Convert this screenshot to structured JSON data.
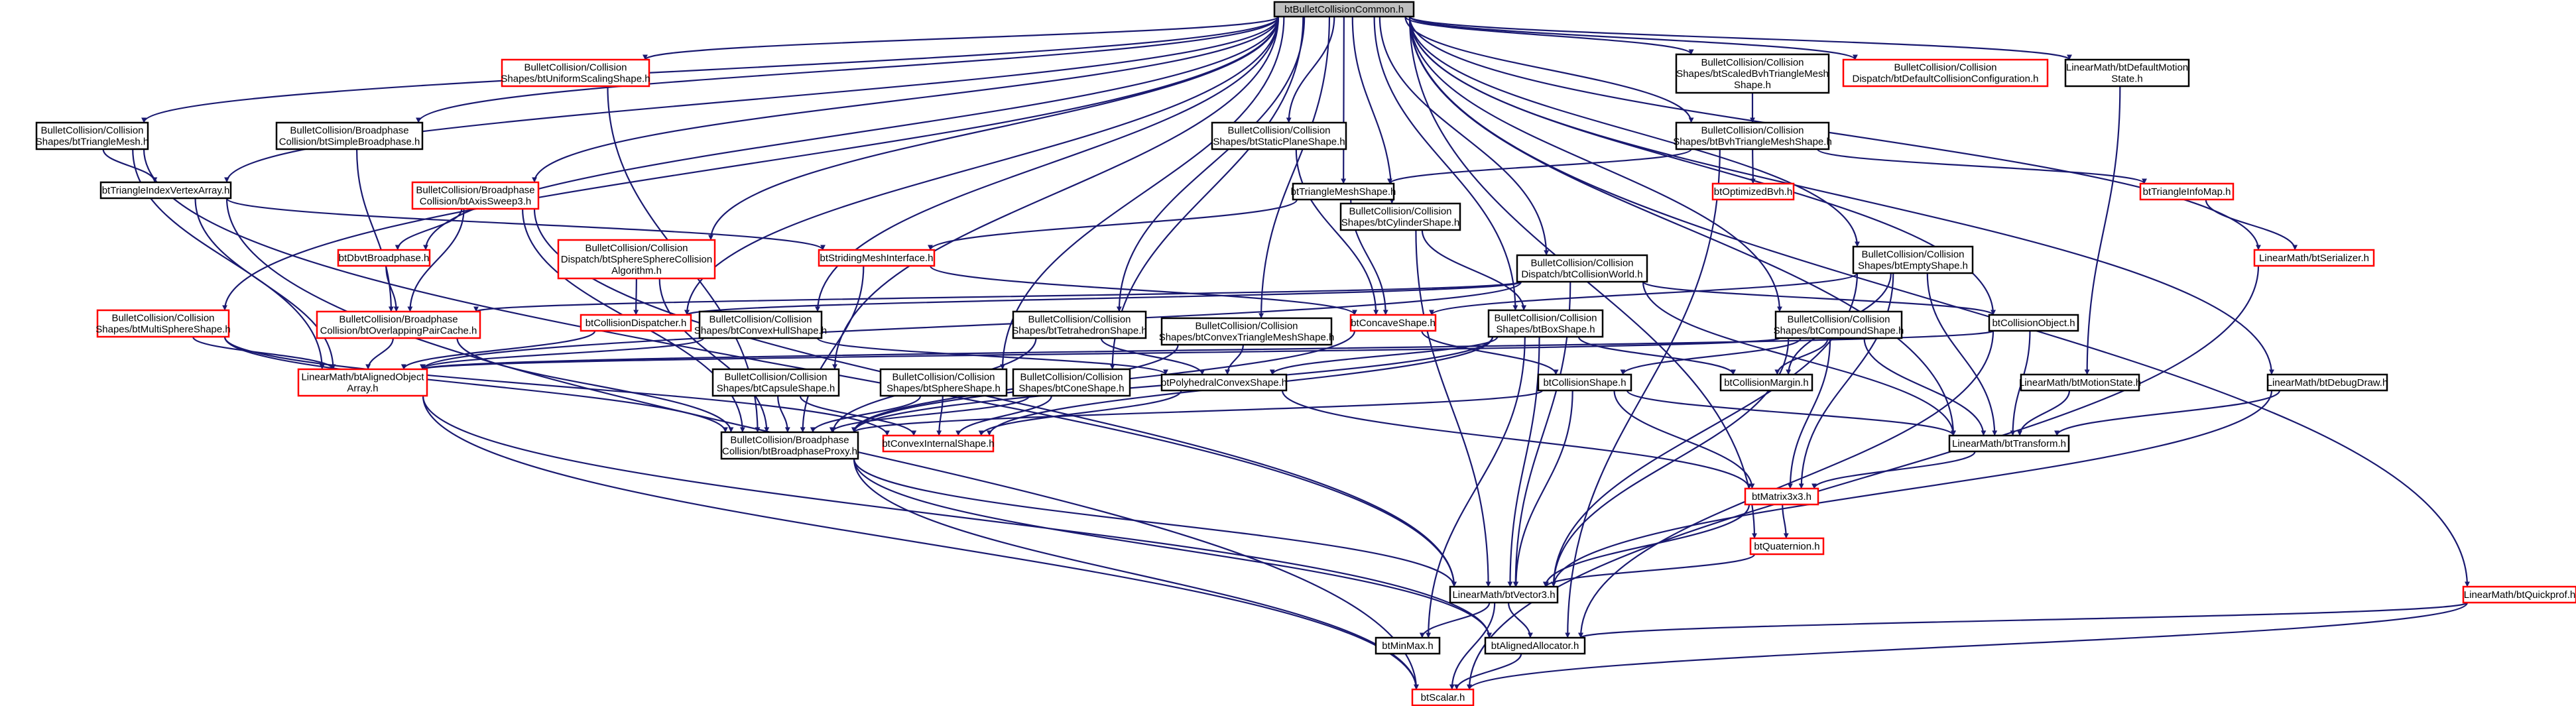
{
  "colors": {
    "normal_border": "#000000",
    "missing_border": "#ff0000",
    "root_fill": "#bfbfbf",
    "node_fill": "#ffffff",
    "edge": "#191970"
  },
  "nodes": [
    {
      "id": "root",
      "label": "btBulletCollisionCommon.h",
      "kind": "root"
    },
    {
      "id": "trimesh",
      "label": "BulletCollision/Collision\nShapes/btTriangleMesh.h",
      "kind": "normal"
    },
    {
      "id": "simplebp",
      "label": "BulletCollision/Broadphase\nCollision/btSimpleBroadphase.h",
      "kind": "normal"
    },
    {
      "id": "uniformscaling",
      "label": "BulletCollision/Collision\nShapes/btUniformScalingShape.h",
      "kind": "missing"
    },
    {
      "id": "staticplane",
      "label": "BulletCollision/Collision\nShapes/btStaticPlaneShape.h",
      "kind": "normal"
    },
    {
      "id": "scaledbvh",
      "label": "BulletCollision/Collision\nShapes/btScaledBvhTriangleMesh\nShape.h",
      "kind": "normal"
    },
    {
      "id": "defaultcollconf",
      "label": "BulletCollision/Collision\nDispatch/btDefaultCollisionConfiguration.h",
      "kind": "missing"
    },
    {
      "id": "defaultmotion",
      "label": "LinearMath/btDefaultMotion\nState.h",
      "kind": "normal"
    },
    {
      "id": "tiva",
      "label": "btTriangleIndexVertexArray.h",
      "kind": "normal"
    },
    {
      "id": "axissweep",
      "label": "BulletCollision/Broadphase\nCollision/btAxisSweep3.h",
      "kind": "missing"
    },
    {
      "id": "bvhtrimesh",
      "label": "BulletCollision/Collision\nShapes/btBvhTriangleMeshShape.h",
      "kind": "normal"
    },
    {
      "id": "trimeshshape",
      "label": "btTriangleMeshShape.h",
      "kind": "normal"
    },
    {
      "id": "optimizedbvh",
      "label": "btOptimizedBvh.h",
      "kind": "missing"
    },
    {
      "id": "triinfomap",
      "label": "btTriangleInfoMap.h",
      "kind": "missing"
    },
    {
      "id": "dbvtbp",
      "label": "btDbvtBroadphase.h",
      "kind": "missing"
    },
    {
      "id": "stridingmesh",
      "label": "btStridingMeshInterface.h",
      "kind": "missing"
    },
    {
      "id": "spheresphere",
      "label": "BulletCollision/Collision\nDispatch/btSphereSphereCollision\nAlgorithm.h",
      "kind": "missing"
    },
    {
      "id": "cylinder",
      "label": "BulletCollision/Collision\nShapes/btCylinderShape.h",
      "kind": "normal"
    },
    {
      "id": "collworld",
      "label": "BulletCollision/Collision\nDispatch/btCollisionWorld.h",
      "kind": "normal"
    },
    {
      "id": "emptyshape",
      "label": "BulletCollision/Collision\nShapes/btEmptyShape.h",
      "kind": "normal"
    },
    {
      "id": "serializer",
      "label": "LinearMath/btSerializer.h",
      "kind": "missing"
    },
    {
      "id": "multisphere",
      "label": "BulletCollision/Collision\nShapes/btMultiSphereShape.h",
      "kind": "missing"
    },
    {
      "id": "overlapping",
      "label": "BulletCollision/Broadphase\nCollision/btOverlappingPairCache.h",
      "kind": "missing"
    },
    {
      "id": "colldispatcher",
      "label": "btCollisionDispatcher.h",
      "kind": "missing"
    },
    {
      "id": "convexhull",
      "label": "BulletCollision/Collision\nShapes/btConvexHullShape.h",
      "kind": "normal"
    },
    {
      "id": "tetrahedron",
      "label": "BulletCollision/Collision\nShapes/btTetrahedronShape.h",
      "kind": "normal"
    },
    {
      "id": "convextrimesh",
      "label": "BulletCollision/Collision\nShapes/btConvexTriangleMeshShape.h",
      "kind": "normal"
    },
    {
      "id": "concave",
      "label": "btConcaveShape.h",
      "kind": "missing"
    },
    {
      "id": "boxshape",
      "label": "BulletCollision/Collision\nShapes/btBoxShape.h",
      "kind": "normal"
    },
    {
      "id": "compound",
      "label": "BulletCollision/Collision\nShapes/btCompoundShape.h",
      "kind": "normal"
    },
    {
      "id": "collobject",
      "label": "btCollisionObject.h",
      "kind": "normal"
    },
    {
      "id": "alignedobjarray",
      "label": "LinearMath/btAlignedObject\nArray.h",
      "kind": "missing"
    },
    {
      "id": "capsule",
      "label": "BulletCollision/Collision\nShapes/btCapsuleShape.h",
      "kind": "normal"
    },
    {
      "id": "sphereshape",
      "label": "BulletCollision/Collision\nShapes/btSphereShape.h",
      "kind": "normal"
    },
    {
      "id": "coneshape",
      "label": "BulletCollision/Collision\nShapes/btConeShape.h",
      "kind": "normal"
    },
    {
      "id": "polyconvex",
      "label": "btPolyhedralConvexShape.h",
      "kind": "normal"
    },
    {
      "id": "collshape",
      "label": "btCollisionShape.h",
      "kind": "normal"
    },
    {
      "id": "collmargin",
      "label": "btCollisionMargin.h",
      "kind": "normal"
    },
    {
      "id": "motionstate",
      "label": "LinearMath/btMotionState.h",
      "kind": "normal"
    },
    {
      "id": "debugdraw",
      "label": "LinearMath/btDebugDraw.h",
      "kind": "normal"
    },
    {
      "id": "bproxy",
      "label": "BulletCollision/Broadphase\nCollision/btBroadphaseProxy.h",
      "kind": "normal"
    },
    {
      "id": "convexinternal",
      "label": "btConvexInternalShape.h",
      "kind": "missing"
    },
    {
      "id": "transform",
      "label": "LinearMath/btTransform.h",
      "kind": "normal"
    },
    {
      "id": "matrix3x3",
      "label": "btMatrix3x3.h",
      "kind": "missing"
    },
    {
      "id": "quaternion",
      "label": "btQuaternion.h",
      "kind": "missing"
    },
    {
      "id": "vector3",
      "label": "LinearMath/btVector3.h",
      "kind": "normal"
    },
    {
      "id": "minmax",
      "label": "btMinMax.h",
      "kind": "normal"
    },
    {
      "id": "alignedalloc",
      "label": "btAlignedAllocator.h",
      "kind": "normal"
    },
    {
      "id": "quickprof",
      "label": "LinearMath/btQuickprof.h",
      "kind": "missing"
    },
    {
      "id": "scalar",
      "label": "btScalar.h",
      "kind": "missing"
    }
  ],
  "edges": [
    [
      "root",
      "trimesh"
    ],
    [
      "root",
      "simplebp"
    ],
    [
      "root",
      "uniformscaling"
    ],
    [
      "root",
      "staticplane"
    ],
    [
      "root",
      "scaledbvh"
    ],
    [
      "root",
      "defaultcollconf"
    ],
    [
      "root",
      "defaultmotion"
    ],
    [
      "root",
      "tiva"
    ],
    [
      "root",
      "axissweep"
    ],
    [
      "root",
      "bvhtrimesh"
    ],
    [
      "root",
      "trimeshshape"
    ],
    [
      "root",
      "dbvtbp"
    ],
    [
      "root",
      "spheresphere"
    ],
    [
      "root",
      "cylinder"
    ],
    [
      "root",
      "collworld"
    ],
    [
      "root",
      "emptyshape"
    ],
    [
      "root",
      "serializer"
    ],
    [
      "root",
      "multisphere"
    ],
    [
      "root",
      "colldispatcher"
    ],
    [
      "root",
      "convexhull"
    ],
    [
      "root",
      "tetrahedron"
    ],
    [
      "root",
      "convextrimesh"
    ],
    [
      "root",
      "boxshape"
    ],
    [
      "root",
      "compound"
    ],
    [
      "root",
      "collobject"
    ],
    [
      "root",
      "capsule"
    ],
    [
      "root",
      "sphereshape"
    ],
    [
      "root",
      "coneshape"
    ],
    [
      "root",
      "debugdraw"
    ],
    [
      "root",
      "transform"
    ],
    [
      "root",
      "quaternion"
    ],
    [
      "root",
      "quickprof"
    ],
    [
      "trimesh",
      "tiva"
    ],
    [
      "trimesh",
      "alignedobjarray"
    ],
    [
      "trimesh",
      "vector3"
    ],
    [
      "simplebp",
      "overlapping"
    ],
    [
      "uniformscaling",
      "bproxy"
    ],
    [
      "staticplane",
      "concave"
    ],
    [
      "scaledbvh",
      "bvhtrimesh"
    ],
    [
      "defaultmotion",
      "motionstate"
    ],
    [
      "tiva",
      "stridingmesh"
    ],
    [
      "tiva",
      "alignedobjarray"
    ],
    [
      "tiva",
      "scalar"
    ],
    [
      "axissweep",
      "dbvtbp"
    ],
    [
      "axissweep",
      "overlapping"
    ],
    [
      "axissweep",
      "bproxy"
    ],
    [
      "axissweep",
      "vector3"
    ],
    [
      "bvhtrimesh",
      "trimeshshape"
    ],
    [
      "bvhtrimesh",
      "optimizedbvh"
    ],
    [
      "bvhtrimesh",
      "triinfomap"
    ],
    [
      "bvhtrimesh",
      "alignedalloc"
    ],
    [
      "trimeshshape",
      "stridingmesh"
    ],
    [
      "trimeshshape",
      "concave"
    ],
    [
      "triinfomap",
      "serializer"
    ],
    [
      "dbvtbp",
      "overlapping"
    ],
    [
      "stridingmesh",
      "concave"
    ],
    [
      "stridingmesh",
      "bproxy"
    ],
    [
      "spheresphere",
      "colldispatcher"
    ],
    [
      "spheresphere",
      "bproxy"
    ],
    [
      "cylinder",
      "boxshape"
    ],
    [
      "cylinder",
      "vector3"
    ],
    [
      "collworld",
      "colldispatcher"
    ],
    [
      "collworld",
      "overlapping"
    ],
    [
      "collworld",
      "alignedobjarray"
    ],
    [
      "collworld",
      "collobject"
    ],
    [
      "collworld",
      "vector3"
    ],
    [
      "collworld",
      "transform"
    ],
    [
      "emptyshape",
      "concave"
    ],
    [
      "emptyshape",
      "collmargin"
    ],
    [
      "emptyshape",
      "transform"
    ],
    [
      "emptyshape",
      "matrix3x3"
    ],
    [
      "emptyshape",
      "vector3"
    ],
    [
      "serializer",
      "scalar"
    ],
    [
      "multisphere",
      "alignedobjarray"
    ],
    [
      "multisphere",
      "bproxy"
    ],
    [
      "multisphere",
      "convexinternal"
    ],
    [
      "overlapping",
      "alignedobjarray"
    ],
    [
      "overlapping",
      "bproxy"
    ],
    [
      "colldispatcher",
      "alignedobjarray"
    ],
    [
      "convexhull",
      "polyconvex"
    ],
    [
      "convexhull",
      "alignedobjarray"
    ],
    [
      "tetrahedron",
      "polyconvex"
    ],
    [
      "tetrahedron",
      "bproxy"
    ],
    [
      "convextrimesh",
      "polyconvex"
    ],
    [
      "convextrimesh",
      "bproxy"
    ],
    [
      "concave",
      "collshape"
    ],
    [
      "concave",
      "bproxy"
    ],
    [
      "boxshape",
      "polyconvex"
    ],
    [
      "boxshape",
      "collmargin"
    ],
    [
      "boxshape",
      "minmax"
    ],
    [
      "boxshape",
      "vector3"
    ],
    [
      "boxshape",
      "bproxy"
    ],
    [
      "boxshape",
      "convexinternal"
    ],
    [
      "compound",
      "collshape"
    ],
    [
      "compound",
      "collmargin"
    ],
    [
      "compound",
      "matrix3x3"
    ],
    [
      "compound",
      "transform"
    ],
    [
      "compound",
      "vector3"
    ],
    [
      "compound",
      "alignedobjarray"
    ],
    [
      "collobject",
      "alignedobjarray"
    ],
    [
      "collobject",
      "transform"
    ],
    [
      "collobject",
      "alignedalloc"
    ],
    [
      "alignedobjarray",
      "alignedalloc"
    ],
    [
      "alignedobjarray",
      "scalar"
    ],
    [
      "capsule",
      "bproxy"
    ],
    [
      "capsule",
      "convexinternal"
    ],
    [
      "sphereshape",
      "bproxy"
    ],
    [
      "sphereshape",
      "convexinternal"
    ],
    [
      "coneshape",
      "bproxy"
    ],
    [
      "coneshape",
      "convexinternal"
    ],
    [
      "polyconvex",
      "convexinternal"
    ],
    [
      "polyconvex",
      "matrix3x3"
    ],
    [
      "collshape",
      "transform"
    ],
    [
      "collshape",
      "matrix3x3"
    ],
    [
      "collshape",
      "vector3"
    ],
    [
      "collshape",
      "bproxy"
    ],
    [
      "motionstate",
      "transform"
    ],
    [
      "debugdraw",
      "transform"
    ],
    [
      "debugdraw",
      "vector3"
    ],
    [
      "bproxy",
      "vector3"
    ],
    [
      "bproxy",
      "alignedalloc"
    ],
    [
      "bproxy",
      "scalar"
    ],
    [
      "transform",
      "matrix3x3"
    ],
    [
      "matrix3x3",
      "quaternion"
    ],
    [
      "matrix3x3",
      "vector3"
    ],
    [
      "quaternion",
      "vector3"
    ],
    [
      "vector3",
      "minmax"
    ],
    [
      "vector3",
      "alignedalloc"
    ],
    [
      "vector3",
      "scalar"
    ],
    [
      "alignedalloc",
      "scalar"
    ],
    [
      "quickprof",
      "alignedalloc"
    ],
    [
      "quickprof",
      "scalar"
    ]
  ]
}
